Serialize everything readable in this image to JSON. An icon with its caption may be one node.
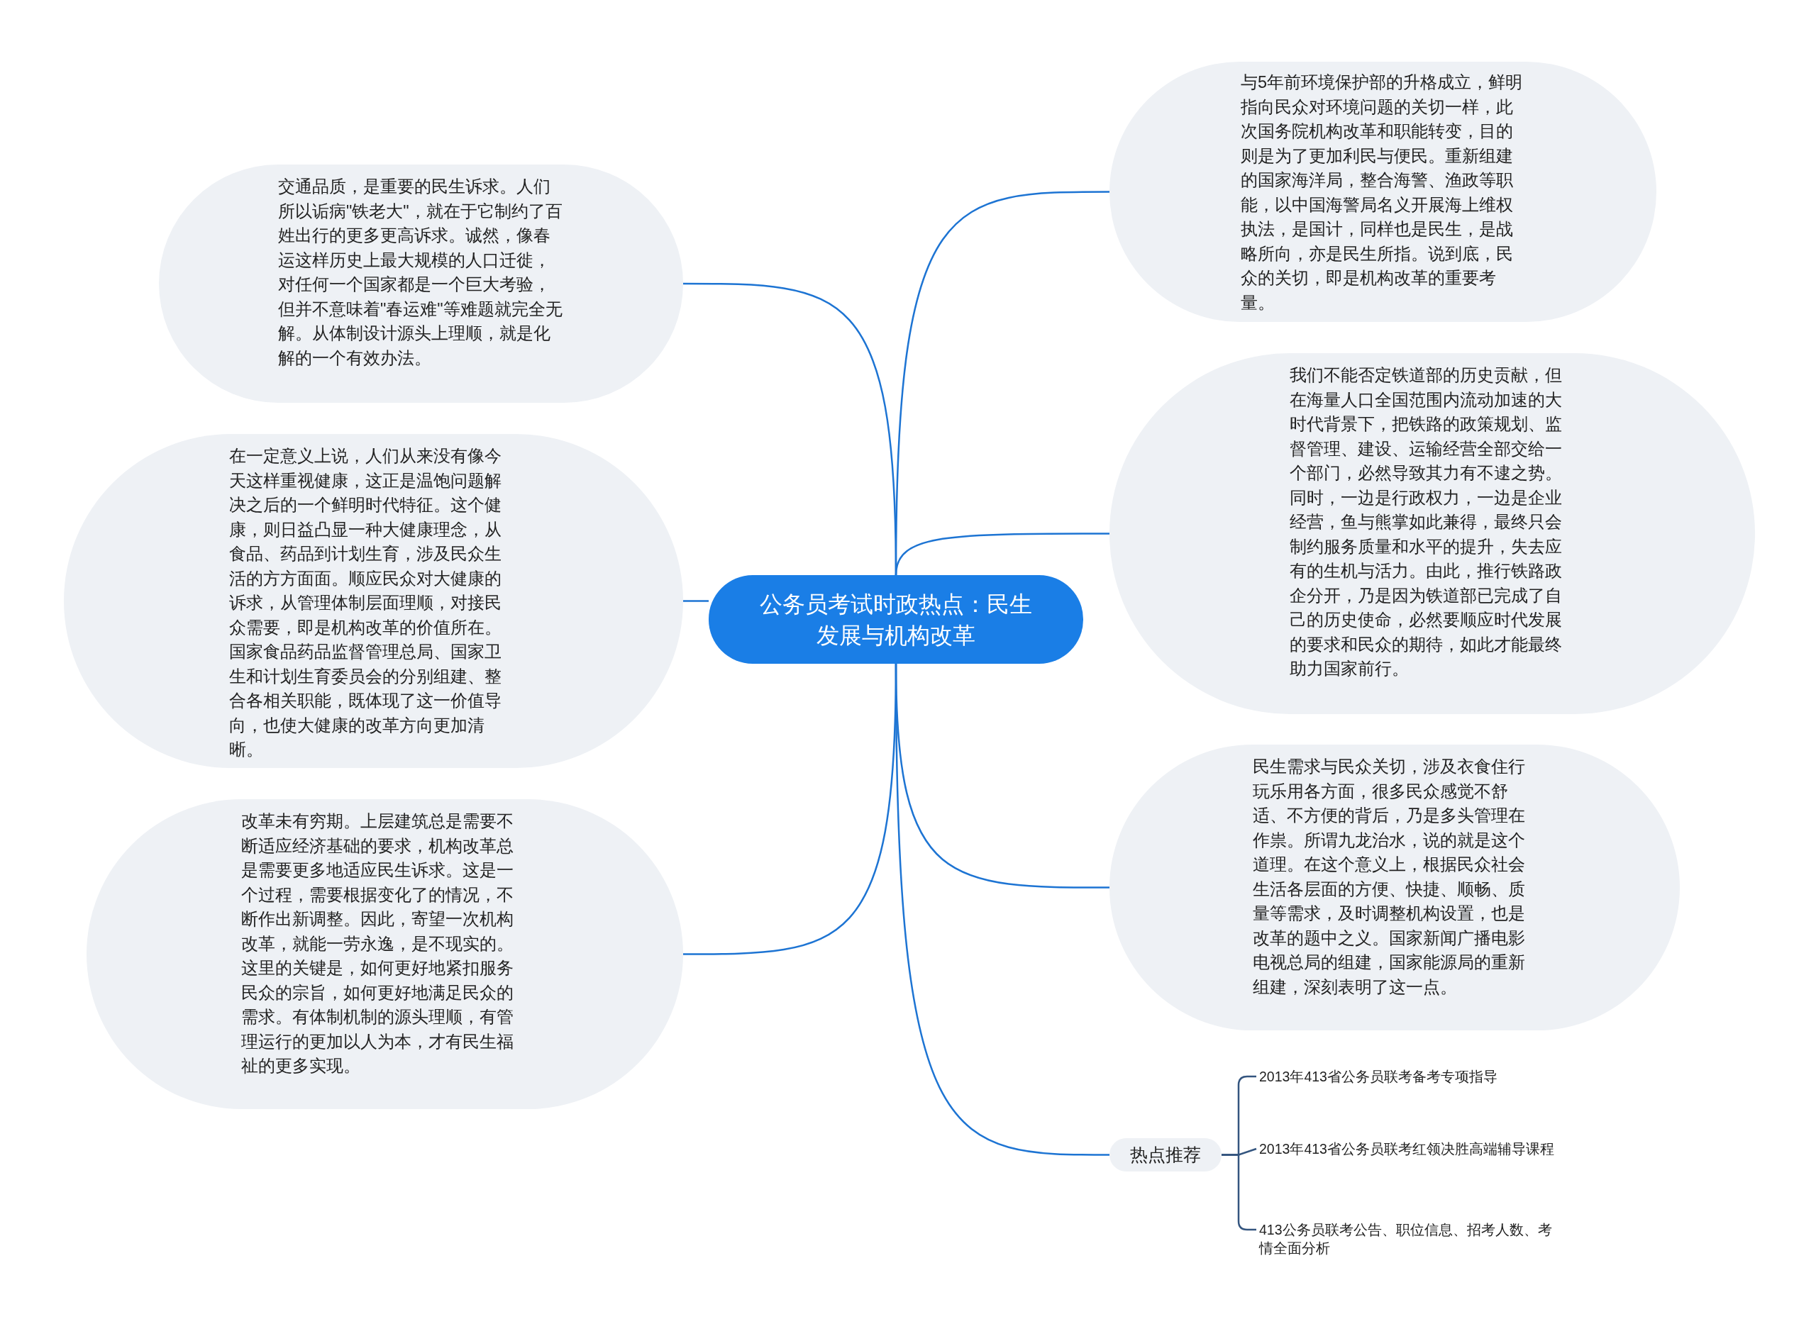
{
  "diagram": {
    "nodes": [
      {
        "text": [
          "公务员考试时政热点：民生发展与机构改革"
        ]
      },
      {
        "text": [
          "交通品质，是重要的民生诉求。人们所以诟病\"铁老大\"，就在于它制约了百姓出行的更多更高诉求。诚然，像春运这样历史上最大规模的人口迁徙，对任何一个国家都是一个巨大考验，但并不意味着\"春运难\"等难题就完全无解。从体制设计源头上理顺，就是化解的一个有效办法。"
        ]
      },
      {
        "text": [
          "在一定意义上说，人们从来没有像今天这样重视健康，这正是温饱问题解决之后的一个鲜明时代特征。这个健康，则日益凸显一种大健康理念，从食品、药品到计划生育，涉及民众生活的方方面面。顺应民众对大健康的诉求，从管理体制层面理顺，对接民众需要，即是机构改革的价值所在。国家食品药品监督管理总局、国家卫生和计划生育委员会的分别组建、整合各相关职能，既体现了这一价值导向，也使大健康的改革方向更加清晰。"
        ]
      },
      {
        "text": [
          "改革未有穷期。上层建筑总是需要不断适应经济基础的要求，机构改革总是需要更多地适应民生诉求。这是一个过程，需要根据变化了的情况，不断作出新调整。因此，寄望一次机构改革，就能一劳永逸，是不现实的。这里的关键是，如何更好地紧扣服务民众的宗旨，如何更好地满足民众的需求。有体制机制的源头理顺，有管理运行的更加以人为本，才有民生福祉的更多实现。"
        ]
      },
      {
        "text": [
          "与5年前环境保护部的升格成立，鲜明指向民众对环境问题的关切一样，此次国务院机构改革和职能转变，目的则是为了更加利民与便民。重新组建的国家海洋局，整合海警、渔政等职能，以中国海警局名义开展海上维权执法，是国计，同样也是民生，是战略所向，亦是民生所指。说到底，民众的关切，即是机构改革的重要考量。"
        ]
      },
      {
        "text": [
          "我们不能否定铁道部的历史贡献，但在海量人口全国范围内流动加速的大时代背景下，把铁路的政策规划、监督管理、建设、运输经营全部交给一个部门，必然导致其力有不逮之势。同时，一边是行政权力，一边是企业经营，鱼与熊掌如此兼得，最终只会制约服务质量和水平的提升，失去应有的生机与活力。由此，推行铁路政企分开，乃是因为铁道部已完成了自己的历史使命，必然要顺应时代发展的要求和民众的期待，如此才能最终助力国家前行。"
        ]
      },
      {
        "text": [
          "民生需求与民众关切，涉及衣食住行玩乐用各方面，很多民众感觉不舒适、不方便的背后，乃是多头管理在作祟。所谓九龙治水，说的就是这个道理。在这个意义上，根据民众社会生活各层面的方便、快捷、顺畅、质量等需求，及时调整机构设置，也是改革的题中之义。国家新闻广播电影电视总局的组建，国家能源局的重新组建，深刻表明了这一点。"
        ]
      },
      {
        "text": [
          "热点推荐"
        ]
      },
      {
        "text": [
          "2013年413省公务员联考备考专项指导"
        ]
      },
      {
        "text": [
          "2013年413省公务员联考红领决胜高端辅导课程"
        ]
      },
      {
        "text": [
          "413公务员联考公告、职位信息、招考人数、考情全面分析"
        ]
      }
    ],
    "edges": [
      {
        "from": 0,
        "to": 1,
        "arrow": "none"
      },
      {
        "from": 0,
        "to": 2,
        "arrow": "none"
      },
      {
        "from": 0,
        "to": 3,
        "arrow": "none"
      },
      {
        "from": 0,
        "to": 4,
        "arrow": "none"
      },
      {
        "from": 0,
        "to": 5,
        "arrow": "none"
      },
      {
        "from": 0,
        "to": 6,
        "arrow": "none"
      },
      {
        "from": 0,
        "to": 7,
        "arrow": "none"
      },
      {
        "from": 7,
        "to": 8,
        "arrow": "none",
        "color": "#34557f"
      },
      {
        "from": 7,
        "to": 9,
        "arrow": "none",
        "color": "#34557f"
      },
      {
        "from": 7,
        "to": 10,
        "arrow": "none",
        "color": "#34557f"
      }
    ]
  }
}
